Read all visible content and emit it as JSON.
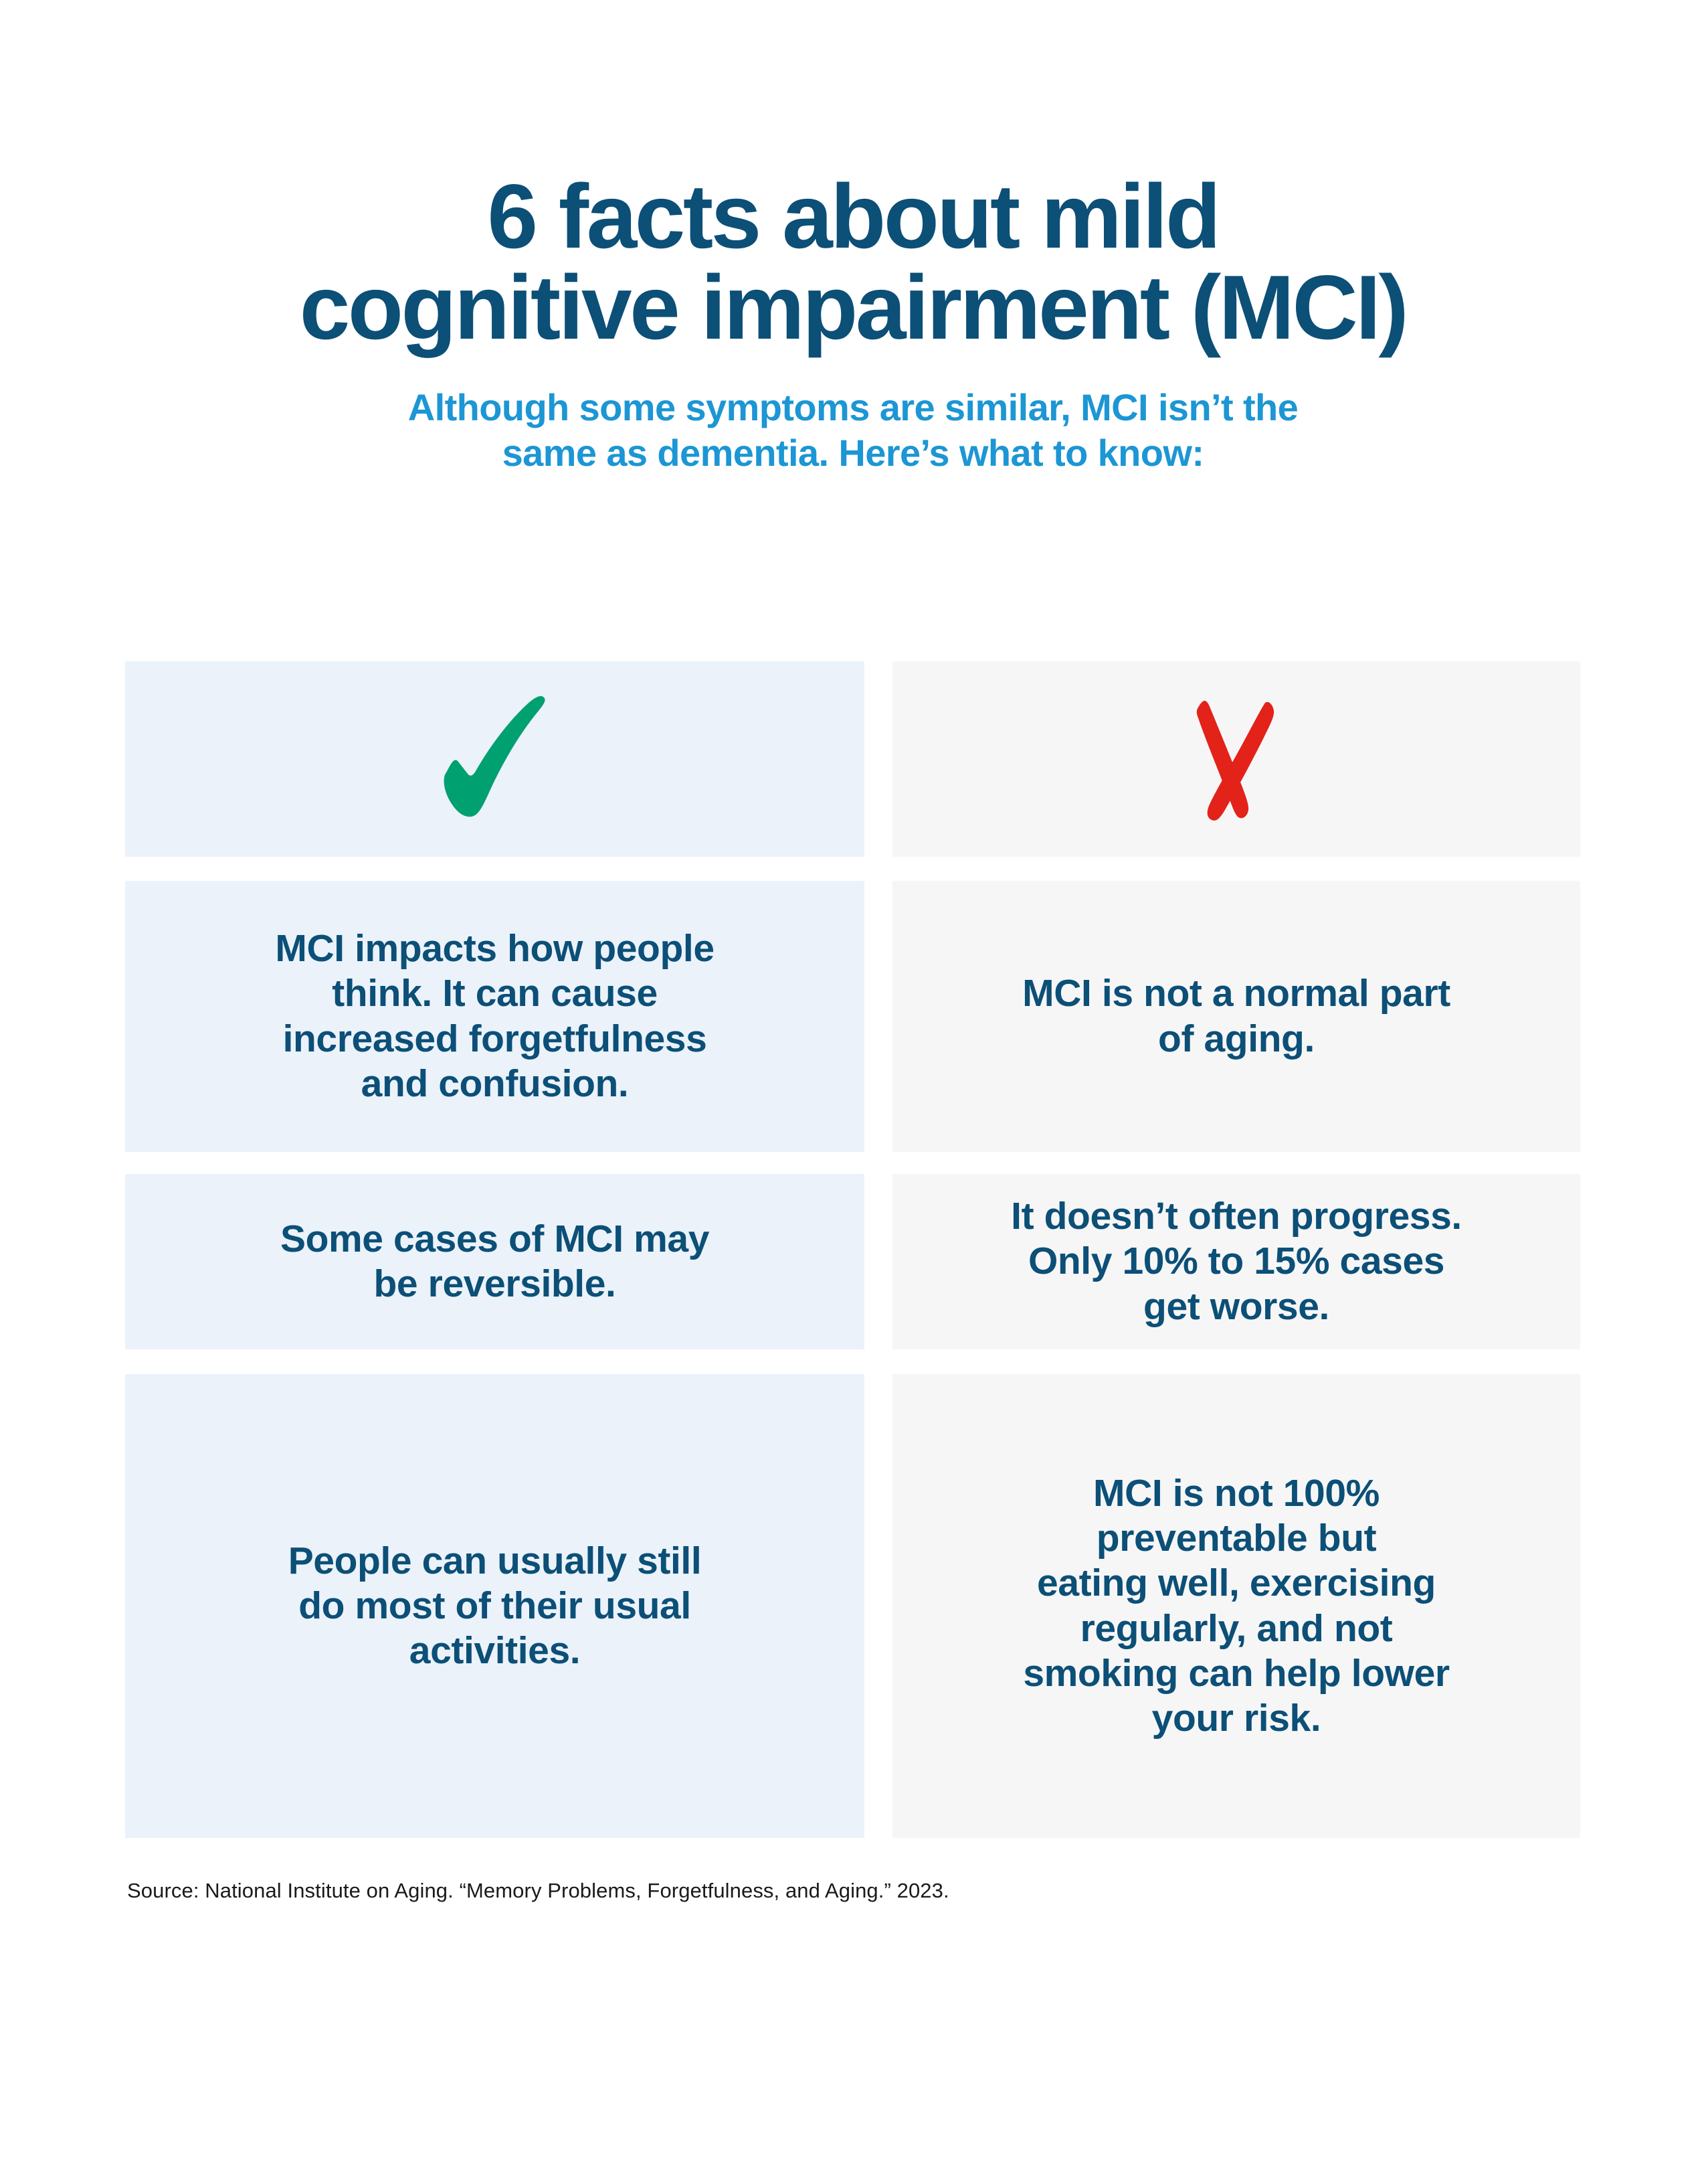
{
  "header": {
    "title": "6 facts about mild\ncognitive impairment (MCI)",
    "subtitle": "Although some symptoms are similar, MCI isn’t the\nsame as dementia. Here’s what to know:"
  },
  "columns": {
    "left": {
      "icon": "green-check-icon",
      "icon_color": "#00A070",
      "background": "#EBF2FA",
      "facts": [
        "MCI impacts how people\nthink. It can cause\nincreased forgetfulness\nand confusion.",
        "Some cases of MCI may\nbe reversible.",
        "People can usually still\ndo most of their usual\nactivities."
      ]
    },
    "right": {
      "icon": "red-x-icon",
      "icon_color": "#E32219",
      "background": "#F6F6F6",
      "facts": [
        "MCI is not a normal part\nof aging.",
        "It doesn’t often progress.\nOnly 10% to 15% cases\nget worse.",
        "MCI is not 100%\npreventable but\neating well, exercising\nregularly, and not\nsmoking can help lower\nyour risk."
      ]
    }
  },
  "footer": {
    "source": "Source: National Institute on Aging. “Memory Problems, Forgetfulness, and Aging.” 2023."
  },
  "colors": {
    "title_blue": "#0C4F77",
    "subtitle_blue": "#1C96D4",
    "check_green": "#00A070",
    "x_red": "#E32219",
    "left_card_bg": "#EBF2FA",
    "right_card_bg": "#F6F6F6",
    "page_bg": "#FFFFFF"
  }
}
